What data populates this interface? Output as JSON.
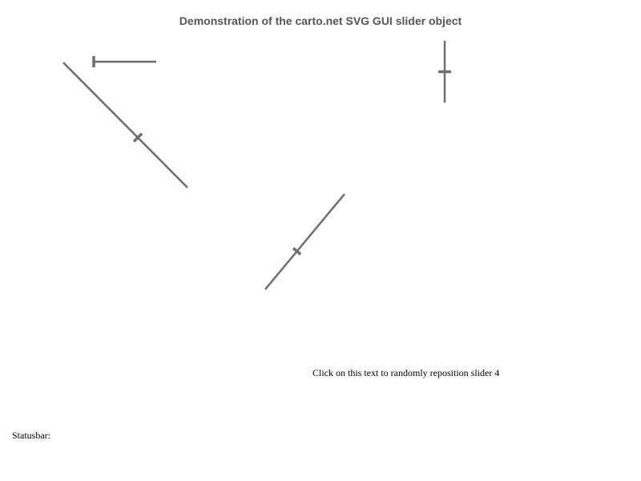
{
  "page": {
    "title": "Demonstration of the carto.net SVG GUI slider object",
    "reposition_link": "Click on this text to randomly reposition slider 4",
    "statusbar_label": "Statusbar:",
    "statusbar_value": ""
  },
  "colors": {
    "title": "#555555",
    "slider": "#6e6e6e",
    "text": "#000000",
    "background": "#ffffff"
  },
  "sliders": [
    {
      "id": "slider-1",
      "value_fraction": 0.0
    },
    {
      "id": "slider-2",
      "value_fraction": 0.6
    },
    {
      "id": "slider-3",
      "value_fraction": 0.5
    },
    {
      "id": "slider-4",
      "value_fraction": 0.4
    }
  ]
}
